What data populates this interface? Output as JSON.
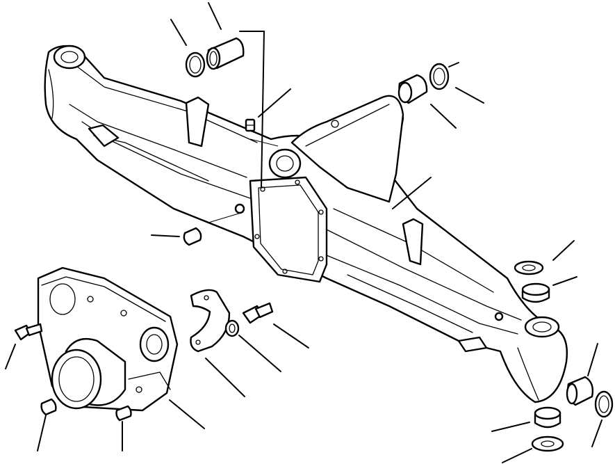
{
  "diagram": {
    "kind": "exploded-parts-view",
    "subject": "axle-housing",
    "line_color": "#000000",
    "background": "#ffffff",
    "callout_count": 18
  }
}
